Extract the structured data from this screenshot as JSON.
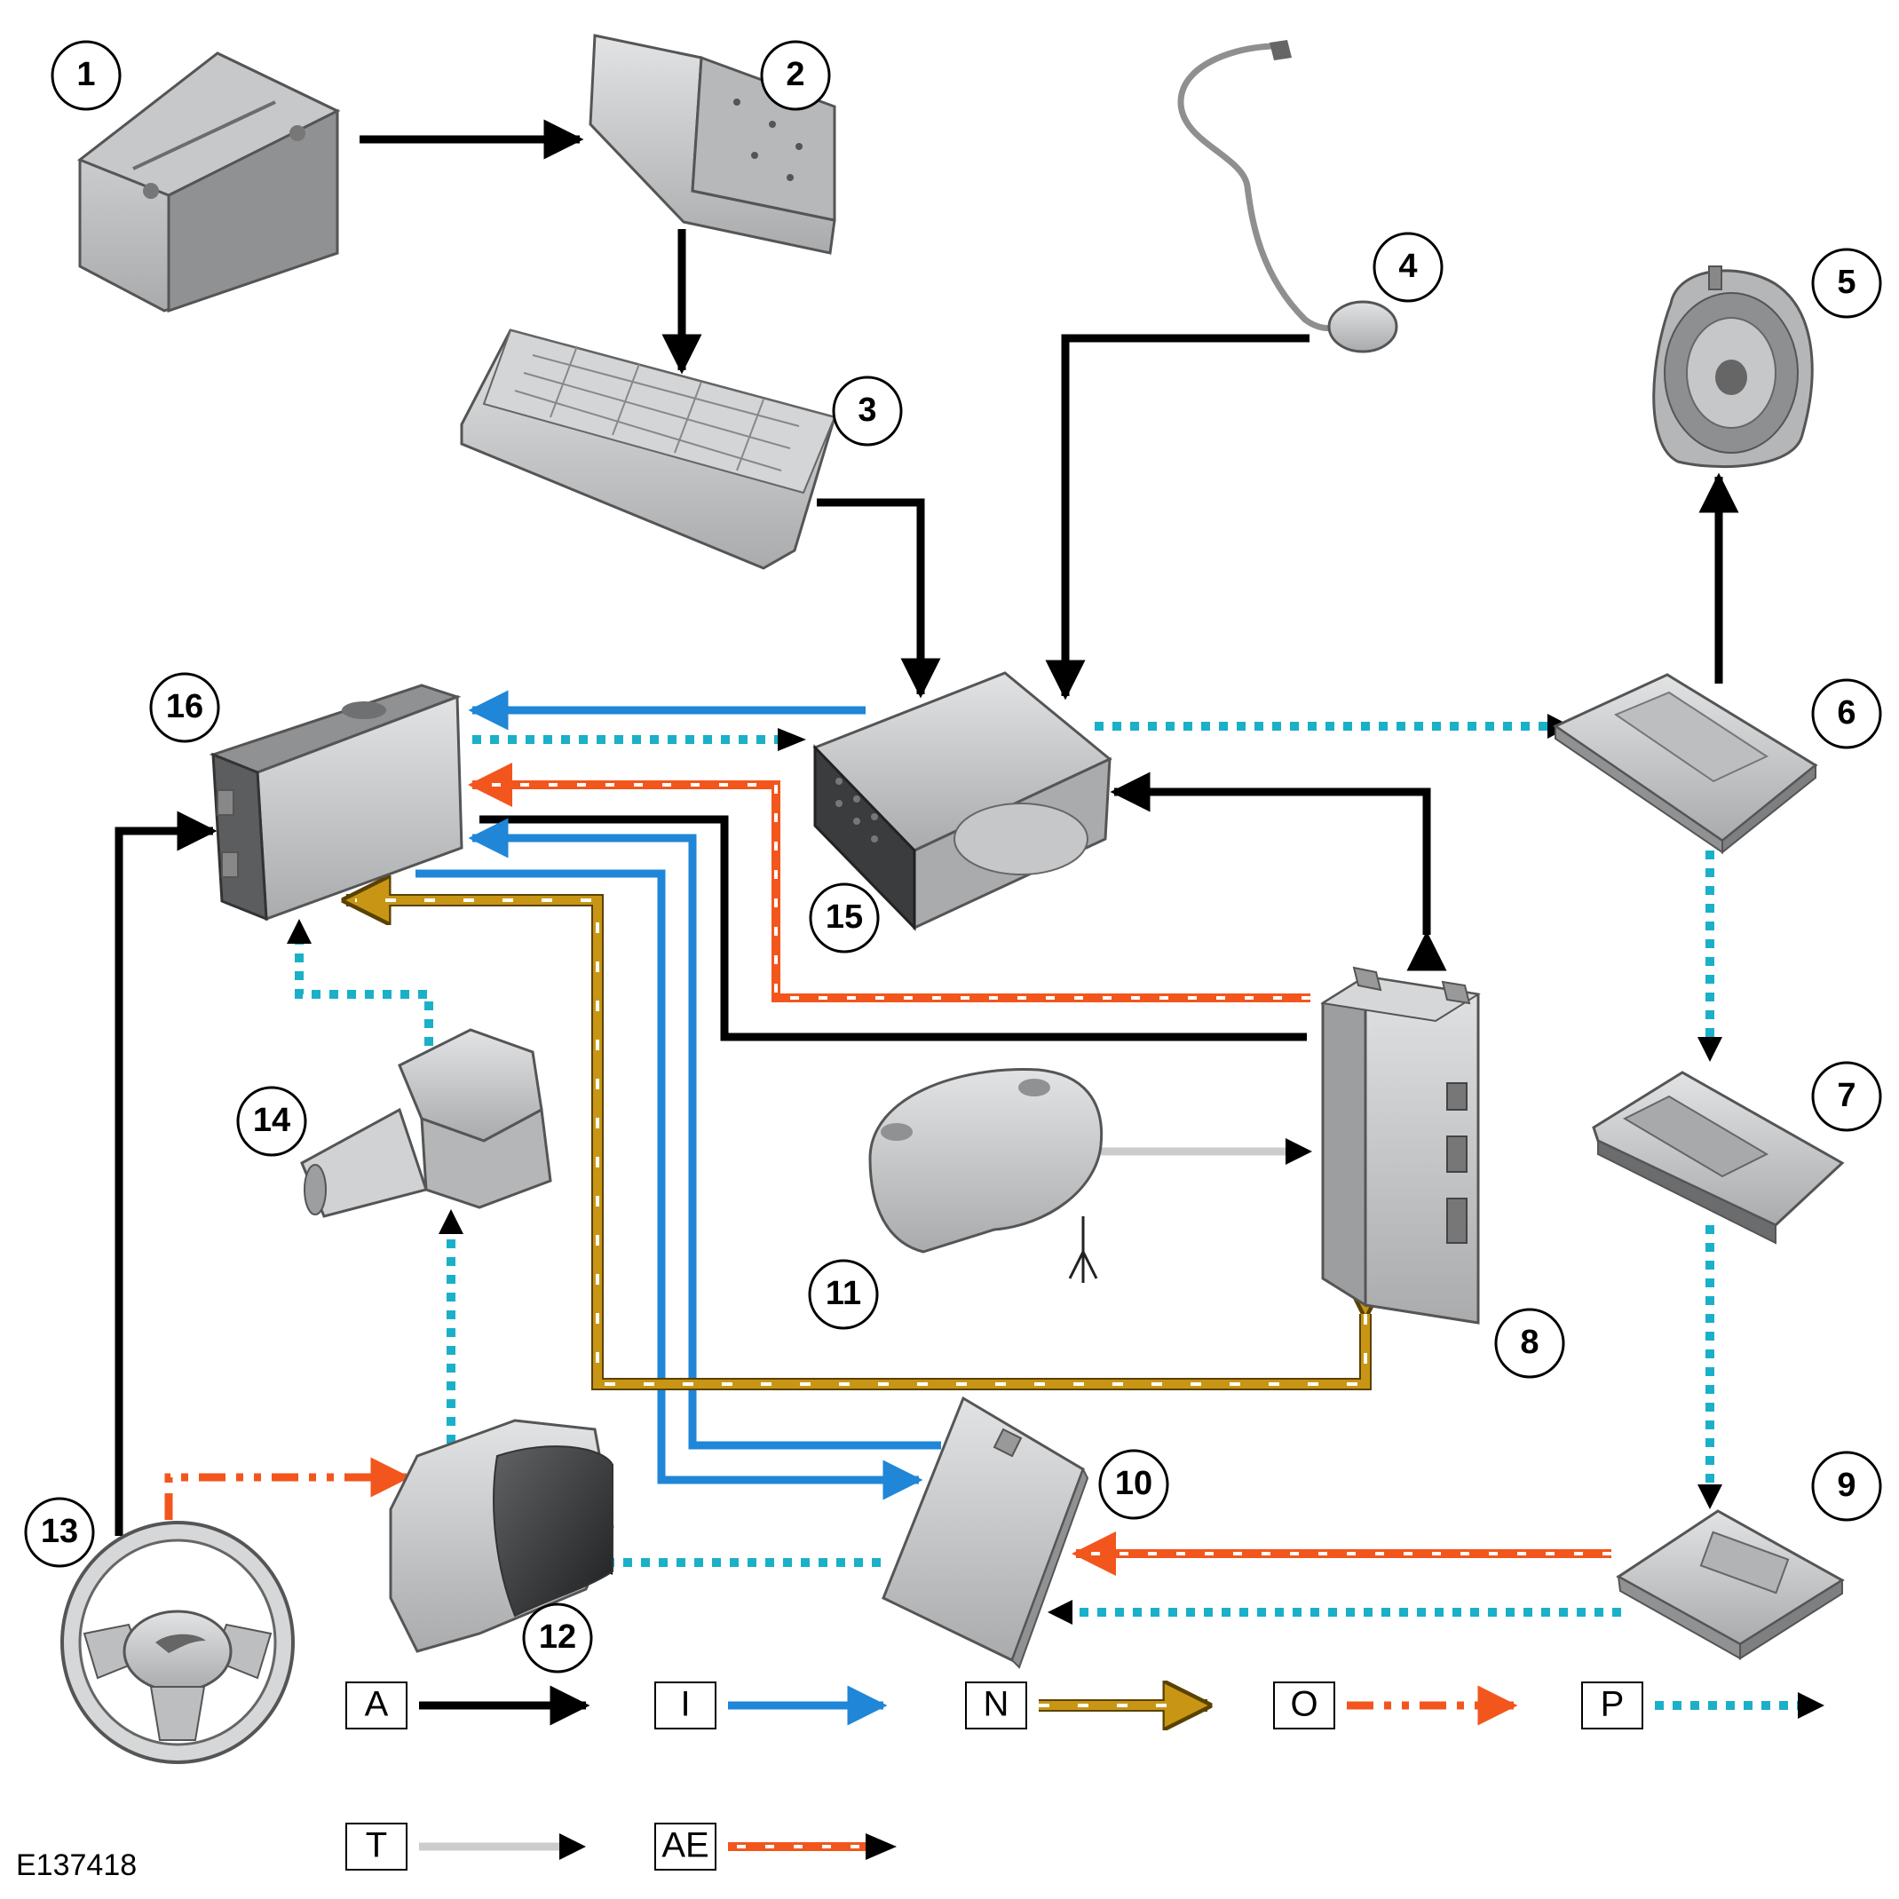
{
  "colors": {
    "A": "#000000",
    "I": "#1f86d8",
    "N": "#c89614",
    "O": "#f2561d",
    "P": "#1ab0c8",
    "T": "#cccccc",
    "AE": "#f2561d",
    "component_fill": "#cfd1d3",
    "component_stroke": "#6e7072"
  },
  "components": [
    {
      "number": "1",
      "icon": "battery-icon"
    },
    {
      "number": "2",
      "icon": "battery-junction-box-icon"
    },
    {
      "number": "3",
      "icon": "fuse-box-icon"
    },
    {
      "number": "4",
      "icon": "antenna-cable-icon"
    },
    {
      "number": "5",
      "icon": "speaker-icon"
    },
    {
      "number": "6",
      "icon": "amplifier-icon"
    },
    {
      "number": "7",
      "icon": "module-icon"
    },
    {
      "number": "8",
      "icon": "module-icon"
    },
    {
      "number": "9",
      "icon": "module-icon"
    },
    {
      "number": "10",
      "icon": "module-icon"
    },
    {
      "number": "11",
      "icon": "microphone-housing-icon"
    },
    {
      "number": "12",
      "icon": "instrument-cluster-icon"
    },
    {
      "number": "13",
      "icon": "steering-wheel-icon"
    },
    {
      "number": "14",
      "icon": "switch-pack-icon"
    },
    {
      "number": "15",
      "icon": "media-unit-icon"
    },
    {
      "number": "16",
      "icon": "touch-screen-icon"
    }
  ],
  "key": [
    {
      "letter": "A",
      "style": "solid-black"
    },
    {
      "letter": "I",
      "style": "solid-blue"
    },
    {
      "letter": "N",
      "style": "gold-dashed-white"
    },
    {
      "letter": "O",
      "style": "orange-dash-dot-dot"
    },
    {
      "letter": "P",
      "style": "cyan-dotted"
    },
    {
      "letter": "T",
      "style": "solid-grey"
    },
    {
      "letter": "AE",
      "style": "orange-dashed-white"
    }
  ],
  "reference": "E137418"
}
